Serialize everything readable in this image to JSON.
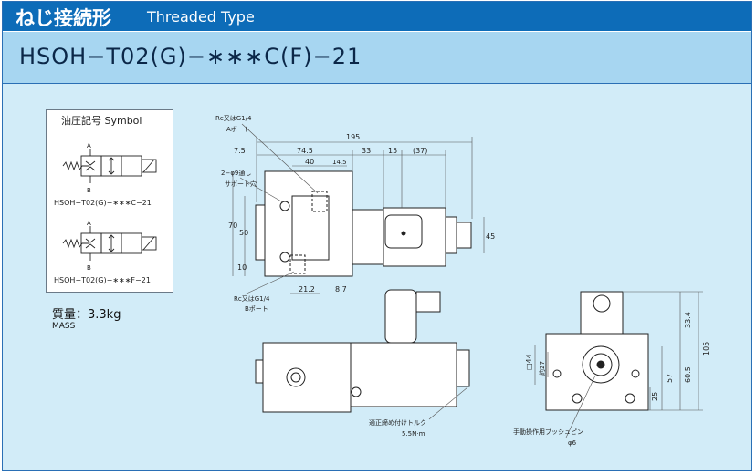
{
  "header": {
    "title_jp": "ねじ接続形",
    "title_en": "Threaded Type"
  },
  "model": {
    "code": "HSOH−T02(G)−∗∗∗C(F)−21"
  },
  "symbol": {
    "heading": "油圧記号  Symbol",
    "variant_c": "HSOH−T02(G)−∗∗∗C−21",
    "variant_f": "HSOH−T02(G)−∗∗∗F−21",
    "port_a": "A",
    "port_b": "B"
  },
  "mass": {
    "label_jp": "質量：3.3kg",
    "label_en": "MASS"
  },
  "drawing": {
    "port_a_note": "Rc又はG1/4",
    "port_a_sub": "Aポート",
    "port_b_note": "Rc又はG1/4",
    "port_b_sub": "Bポート",
    "bolt_note": "2−φ9通し",
    "bolt_sub": "サポート穴",
    "dims": {
      "total": "195",
      "d7_5": "7.5",
      "d74_5": "74.5",
      "d33": "33",
      "d15": "15",
      "d37": "(37)",
      "d40": "40",
      "d14_5": "14.5",
      "d70": "70",
      "d50": "50",
      "d10": "10",
      "d45": "45",
      "d21_2": "21.2",
      "d8_7": "8.7",
      "d33_4": "33.4",
      "d105": "105",
      "d60_5": "60.5",
      "d57": "57",
      "d25": "25",
      "d44": "□44",
      "d27": "約27"
    },
    "torque_note": "適正締め付けトルク",
    "torque_value": "5.5N·m",
    "pin_note": "手動操作用プッシュピン",
    "pin_value": "φ6"
  }
}
